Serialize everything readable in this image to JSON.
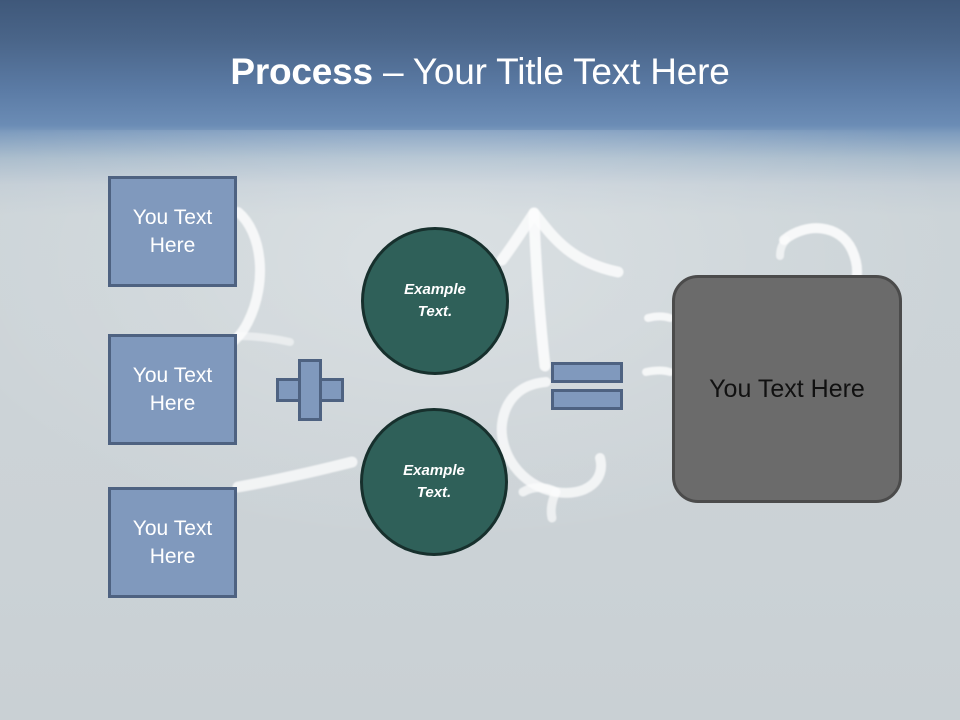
{
  "slide": {
    "title": {
      "strong": "Process",
      "rest": " – Your Title Text Here"
    },
    "theme": {
      "band_top_color": "#3f587a",
      "band_bottom_color": "#6b8cb5",
      "body_background": "#ccd3d8",
      "blue_fill": "#8099bd",
      "blue_border": "#4e6281",
      "green_fill": "#2f6059",
      "green_border": "#17302d",
      "gray_fill": "#6b6b6b",
      "gray_border": "#4b4b4b",
      "title_color": "#ffffff",
      "chalk_color": "#ffffff"
    },
    "inputs": [
      {
        "label": "You Text Here"
      },
      {
        "label": "You Text Here"
      },
      {
        "label": "You Text Here"
      }
    ],
    "operators": {
      "plus": "+",
      "equals": "="
    },
    "circles": [
      {
        "line1": "Example",
        "line2": "Text."
      },
      {
        "line1": "Example",
        "line2": "Text."
      }
    ],
    "result": {
      "label": "You Text Here"
    },
    "decorations": [
      {
        "name": "chalk-arrow-left-curve"
      },
      {
        "name": "chalk-arrow-up-large"
      },
      {
        "name": "chalk-arrow-loop-bottom"
      },
      {
        "name": "chalk-arrow-right-hook"
      },
      {
        "name": "chalk-stroke-horizontal"
      }
    ]
  }
}
